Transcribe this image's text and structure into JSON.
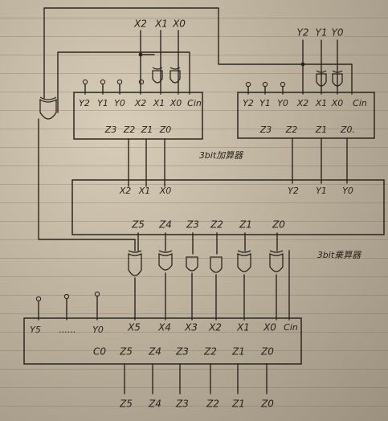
{
  "top_inputs_left": [
    "X2",
    "X1",
    "X0"
  ],
  "top_inputs_right": [
    "Y2",
    "Y1",
    "Y0"
  ],
  "block1": {
    "inputs": [
      "Y2",
      "Y1",
      "Y0",
      "X2",
      "X1",
      "X0",
      "Cin"
    ],
    "outputs": [
      "Z3",
      "Z2",
      "Z1",
      "Z0"
    ],
    "caption": "3bit加算器"
  },
  "block2": {
    "inputs": [
      "Y2",
      "Y1",
      "Y0",
      "X2",
      "X1",
      "X0",
      "Cin"
    ],
    "outputs": [
      "Z3",
      "Z2",
      "Z1",
      "Z0."
    ]
  },
  "multiplier": {
    "inputs_x": [
      "X2",
      "X1",
      "X0"
    ],
    "inputs_y": [
      "Y2",
      "Y1",
      "Y0"
    ],
    "outputs": [
      "Z5",
      "Z4",
      "Z3",
      "Z2",
      "Z1",
      "Z0"
    ],
    "caption": "3bit乗算器"
  },
  "adder6": {
    "inputs_y": [
      "Y5",
      "......",
      "Y0"
    ],
    "inputs_x": [
      "X5",
      "X4",
      "X3",
      "X2",
      "X1",
      "X0",
      "Cin"
    ],
    "outputs": [
      "C0",
      "Z5",
      "Z4",
      "Z3",
      "Z2",
      "Z1",
      "Z0"
    ]
  },
  "final_outputs": [
    "Z5",
    "Z4",
    "Z3",
    "Z2",
    "Z1",
    "Z0"
  ]
}
